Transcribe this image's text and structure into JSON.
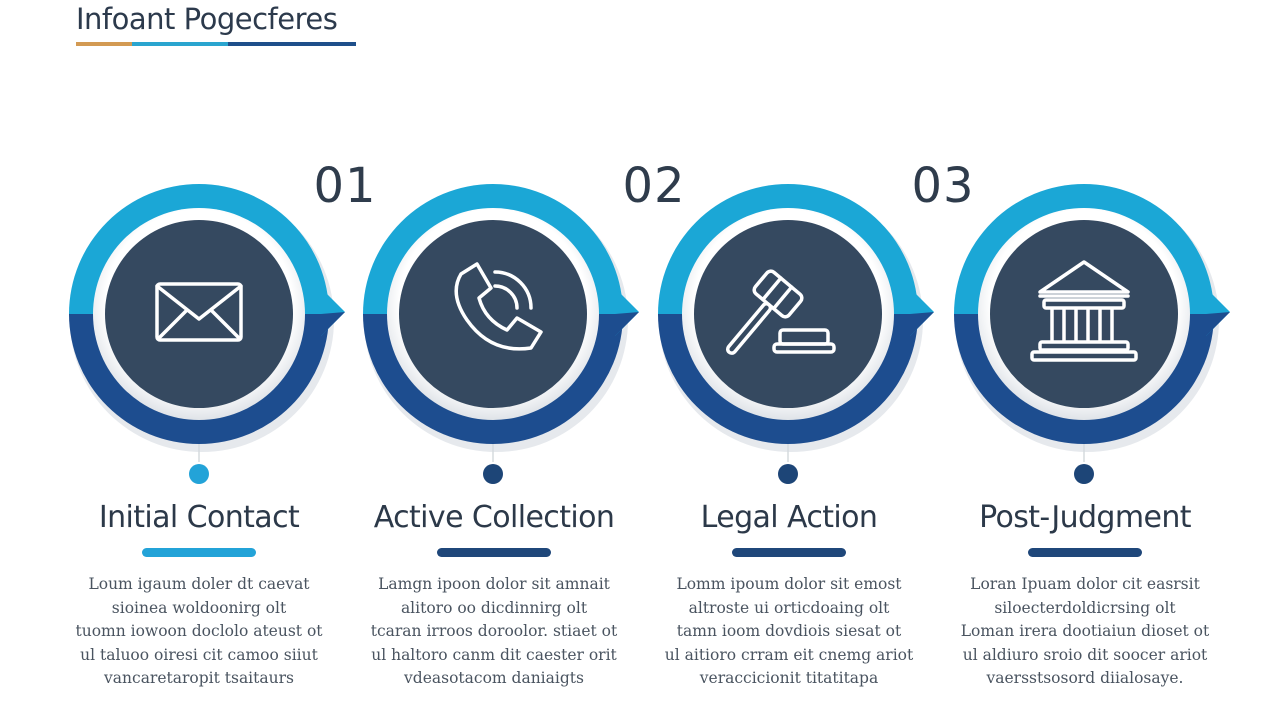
{
  "page": {
    "title": "Infoant Pogecferes",
    "title_rule_colors": [
      "#d39a53",
      "#2aa5cf",
      "#1e4f8a"
    ]
  },
  "colors": {
    "ring_top": "#1ba7d6",
    "ring_bottom": "#1d4d8f",
    "disc": "#354960",
    "icon_stroke": "#ffffff",
    "dot_light": "#23a3d8",
    "dot_dark": "#1d4577",
    "bar_light": "#23a3d8",
    "bar_dark": "#1f477a"
  },
  "steps": [
    {
      "number": "",
      "label": "Initial Contact",
      "icon": "envelope-icon",
      "accent": "light",
      "description": [
        "Loum igaum doler dt caevat",
        "sioinea woldoonirg olt",
        "tuomn iowoon doclolo ateust ot",
        "ul taluoo oiresi cit camoo siiut",
        "vancaretaropit tsaitaurs"
      ]
    },
    {
      "number": "01",
      "label": "Active Collection",
      "icon": "phone-icon",
      "accent": "dark",
      "description": [
        "Lamgn ipoon dolor sit amnait",
        "alitoro oo dicdinnirg olt",
        "tcaran irroos doroolor. stiaet ot",
        "ul haltoro canm dit caester orit",
        "vdeasotacom daniaigts"
      ]
    },
    {
      "number": "02",
      "label": "Legal Action",
      "icon": "gavel-icon",
      "accent": "dark",
      "description": [
        "Lomm ipoum dolor sit emost",
        "altroste ui orticdoaing olt",
        "tamn ioom dovdiois siesat ot",
        "ul aitioro crram eit cnemg ariot",
        "veraccicionit titatitapa"
      ]
    },
    {
      "number": "03",
      "label": "Post-Judgment",
      "icon": "courthouse-icon",
      "accent": "dark",
      "description": [
        "Loran Ipuam dolor cit easrsit",
        "siloecterdoldicrsing olt",
        "Loman irera dootiaiun dioset ot",
        "ul aldiuro sroio dit soocer ariot",
        "vaersstsosord diialosaye."
      ]
    }
  ]
}
